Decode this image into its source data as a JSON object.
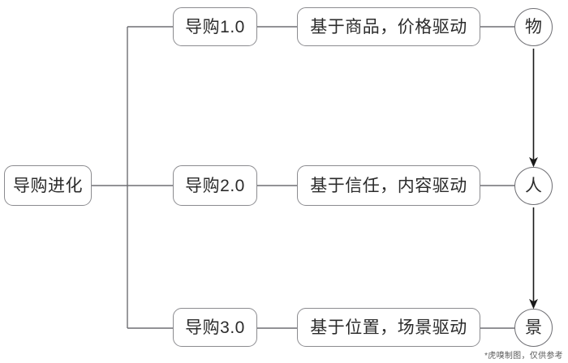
{
  "diagram": {
    "type": "tree-flow",
    "background_color": "#ffffff",
    "line_color": "#6e6e73",
    "box_border_color": "#8b8b8f",
    "arrow_color": "#1a1a1a",
    "text_color": "#2b2b2b",
    "root": {
      "label": "导购进化"
    },
    "branches": [
      {
        "stage_label": "导购1.0",
        "description_label": "基于商品，价格驱动",
        "outcome_label": "物"
      },
      {
        "stage_label": "导购2.0",
        "description_label": "基于信任，内容驱动",
        "outcome_label": "人"
      },
      {
        "stage_label": "导购3.0",
        "description_label": "基于位置，场景驱动",
        "outcome_label": "景"
      }
    ],
    "outcome_arrows": [
      {
        "from": "物",
        "to": "人"
      },
      {
        "from": "人",
        "to": "景"
      }
    ],
    "footnote": "*虎嗅制图，仅供参考"
  }
}
